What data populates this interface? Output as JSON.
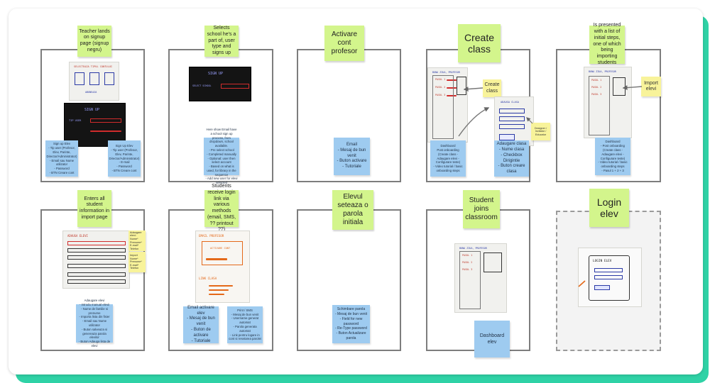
{
  "board": {
    "accent": "#2fd2a6",
    "sticky_green": "#d3f58c",
    "sticky_blue": "#9ecbf0",
    "sticky_yellow": "#f8f39a"
  },
  "steps": [
    {
      "title": "Teacher lands on signup page (signup negru)",
      "notes": [
        "Sign up Elev\n- Tip user (Profesor, Elev, Parinte, Director/Administrator)\n- Email sau Nume utilizator\n- Password\n- BTN Creare cont",
        "Sign Up Elev\n- Tip user (Profesor, Elev, Parinte, Director/Administrator)\n- E-mail\n- Password\n- BTN Creare cont"
      ]
    },
    {
      "title": "Selects school he's a part of, user type and signs up",
      "notes": [
        "Here show Email have a school sign up process, from dropdown, school available.\n- Pre select school\n- Completed manually\n- Optional: user then select account\n- Based on what is used, for library in the sequence\n- Add new user for elevi selected"
      ]
    },
    {
      "title": "Activare cont profesor",
      "notes": [
        "Email\n- Mesaj de bun venit\n- Buton activare\n- Tutoriale"
      ]
    },
    {
      "title": "Create class",
      "stickies": [
        "Create class",
        "Designer / Invitator / Educator"
      ],
      "notes": [
        "Dashboard\nPost onboarding\n(Create class -\nAdaugare elevi -\nConfigurare teste)\n- Video tutorial / basic onboarding steps",
        "Adaugare clasa\n- Nume clasa\n- Checkbox\nDirigintie\n- Buton creare clasa"
      ]
    },
    {
      "title": "Is presented with a list of initial steps, one of which being importing students",
      "stickies": [
        "Import elevi"
      ],
      "notes": [
        "Dashboard\n- Post onboarding (Create class - Adaugare elevi - Configurare teste)\n- Video tutorial / basic onboarding steps\n- Pasul 1 + 2 + 3"
      ]
    },
    {
      "title": "Enters all student information in import page",
      "stickies": [
        "Adaugare elevi:\nNume*\nPrenume*\nE-mail*\nTelefon",
        "Import\nNume*\nPrenume*\nE-mail*\nTelefon"
      ],
      "notes": [
        "Adaugare elevi\n- Introdu manual elevii\n- Nume de familie si prenume\n- Importa lista din fisier\n- Email sau Nume utilizator\n- Buton salveaza si genereaza parola elevilor\n- Buton Adauga lista de elevi"
      ]
    },
    {
      "title": "Students receive login link via various methods (email, SMS, ?? printout ??)",
      "notes": [
        "Email activare elev\n- Mesaj de bun venit\n- Buton de activare\n- Tutoriale",
        "Print / SMS\n- Mesaj de bun venit\n- Username generat automat\n- Parola generata automat\n- Link pentru logare in cont si resetarea parolei"
      ]
    },
    {
      "title": "Elevul seteaza o parola initiala",
      "notes": [
        "Schimbare parola\n- Mesaj de bun venit\n- Field for new password\n- Re-Type password\n- Buton Actualizare parola"
      ]
    },
    {
      "title": "Student joins classroom",
      "notes": [
        "Dashboard elev"
      ]
    },
    {
      "title": "Login elev"
    }
  ],
  "sketch_labels": {
    "signup_selector": "SELECTEAZA TIPUL CONTULUI",
    "signup_selector_sub": "ABONEAZA",
    "sign_up": "SIGN UP",
    "user_field": "TIP USER",
    "select_school": "SELECT SCHOOL",
    "dashboard_header": "BUNA ZIUA, PROFESOR",
    "step1": "PASUL 1",
    "step2": "PASUL 2",
    "step3": "PASUL 3",
    "add_class": "ADAUGA CLASA",
    "add_students": "ADAUGA ELEVI",
    "email_prof": "EMAIL PROFESOR",
    "activate_account": "ACTIVARE CONT",
    "class_link": "LINK CLASA",
    "login_elev": "LOGIN ELEV"
  }
}
